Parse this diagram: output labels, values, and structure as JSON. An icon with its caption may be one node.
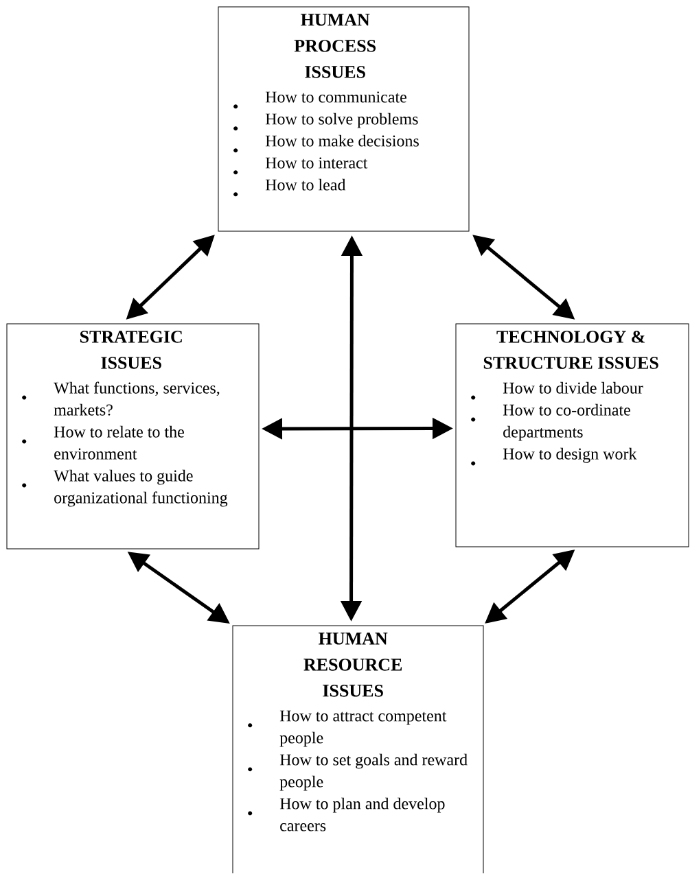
{
  "diagram": {
    "nodes": [
      {
        "text": [
          "HUMAN PROCESS ISSUES",
          "How to communicate",
          "How to solve problems",
          "How to make decisions",
          "How to interact",
          "How to lead"
        ]
      },
      {
        "text": [
          "STRATEGIC ISSUES",
          "What functions, services, markets?",
          "How to relate to the environment",
          "What values to guide organizational functioning"
        ]
      },
      {
        "text": [
          "TECHNOLOGY & STRUCTURE ISSUES",
          "How to divide labour",
          "How to co-ordinate departments",
          "How to design work"
        ]
      },
      {
        "text": [
          "HUMAN RESOURCE ISSUES",
          "How to attract competent people",
          "How to set goals and reward people",
          "How to plan and develop careers"
        ]
      }
    ],
    "edges": [
      {
        "from": 0,
        "to": 1,
        "arrow": "both"
      },
      {
        "from": 0,
        "to": 2,
        "arrow": "both"
      },
      {
        "from": 0,
        "to": 3,
        "arrow": "both"
      },
      {
        "from": 1,
        "to": 2,
        "arrow": "both"
      },
      {
        "from": 1,
        "to": 3,
        "arrow": "both"
      },
      {
        "from": 2,
        "to": 3,
        "arrow": "both"
      }
    ]
  }
}
